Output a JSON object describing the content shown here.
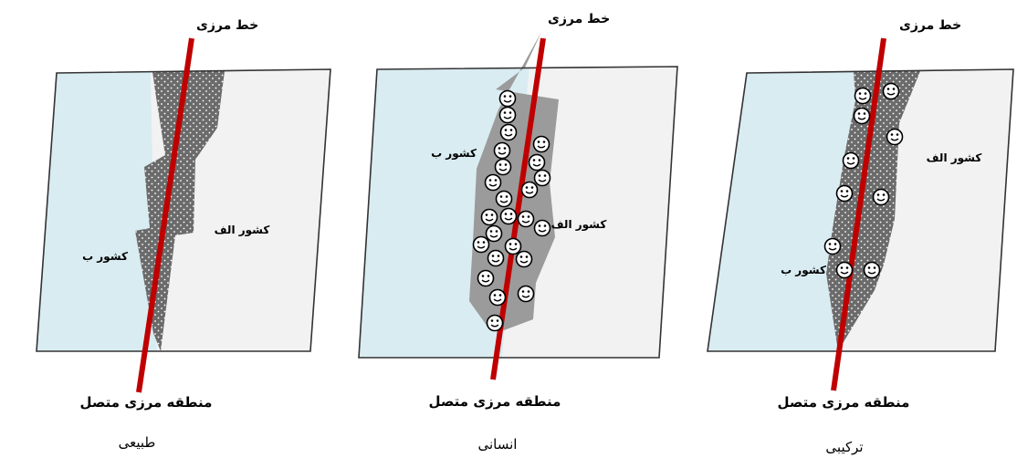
{
  "colors": {
    "country_b": "#d9ecf2",
    "country_a": "#f2f2f2",
    "frame": "#333333",
    "border_line": "#c00000",
    "natural_zone": "#666666",
    "human_zone": "#999999",
    "person_face": "#ffffff"
  },
  "icons": [
    "person-face-icon"
  ],
  "panels": [
    {
      "type_label": "طبیعی",
      "border_line_label": "خط مرزی",
      "zone_label": "منطقه مرزی متصل",
      "country_a_label": "کشور الف",
      "country_b_label": "کشور ب",
      "zone_kind": "natural",
      "people_count": 0
    },
    {
      "type_label": "انسانی",
      "border_line_label": "خط مرزی",
      "zone_label": "منطقه مرزی متصل",
      "country_a_label": "کشور الف",
      "country_b_label": "کشور ب",
      "zone_kind": "human",
      "people_count": 24
    },
    {
      "type_label": "ترکیبی",
      "border_line_label": "خط مرزی",
      "zone_label": "منطقه مرزی متصل",
      "country_a_label": "کشور الف",
      "country_b_label": "کشور ب",
      "zone_kind": "combined",
      "people_count": 10
    }
  ]
}
